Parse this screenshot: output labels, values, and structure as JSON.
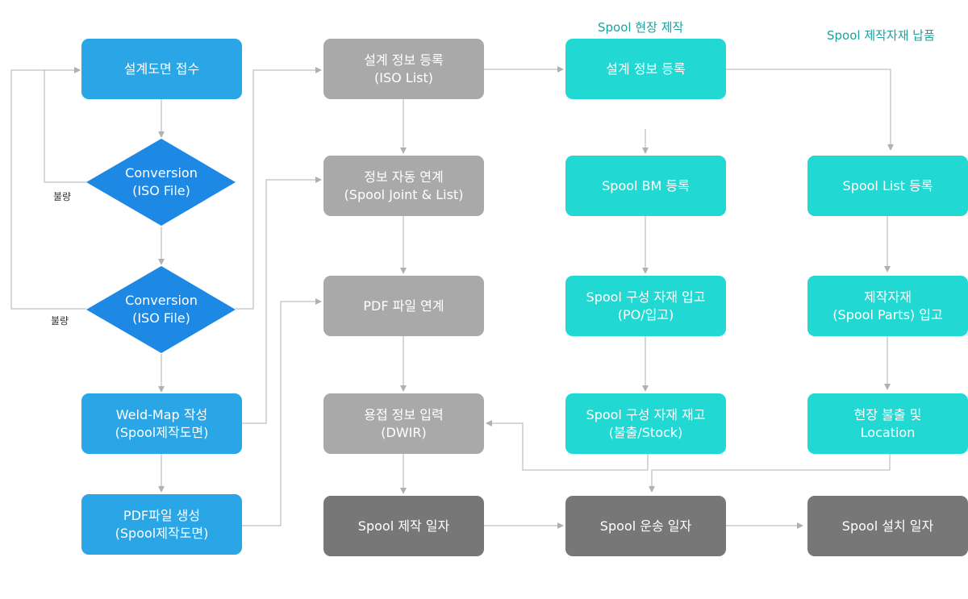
{
  "headers": {
    "site": "Spool 현장 제작",
    "delivery": "Spool 제작자재 납품"
  },
  "col1": {
    "receive": "설계도면 접수",
    "conv1": "Conversion\n(ISO File)",
    "conv2": "Conversion\n(ISO File)",
    "defect1": "불량",
    "defect2": "불량",
    "weldmap": "Weld-Map 작성\n(Spool제작도면)",
    "pdfgen": "PDF파일 생성\n(Spool제작도면)"
  },
  "col2": {
    "register": "설계 정보 등록\n(ISO List)",
    "link": "정보 자동 연계\n(Spool Joint & List)",
    "pdflink": "PDF 파일 연계",
    "weldinput": "용접 정보 입력\n(DWIR)",
    "fabdate": "Spool 제작 일자"
  },
  "col3": {
    "register": "설계 정보 등록",
    "bm": "Spool BM 등록",
    "inbound": "Spool 구성 자재 입고\n(PO/입고)",
    "stock": "Spool 구성 자재 재고\n(불출/Stock)",
    "transport": "Spool 운송 일자"
  },
  "col4": {
    "list": "Spool List 등록",
    "parts": "제작자재\n(Spool Parts) 입고",
    "issue": "현장 불출 및\nLocation",
    "install": "Spool 설치 일자"
  },
  "colors": {
    "blue": "#2aa5e5",
    "diamond": "#1e88e5",
    "gray": "#a9a9a9",
    "dark": "#777777",
    "teal": "#21d9d2",
    "line": "#b0b0b0",
    "header": "#1aa39c"
  }
}
